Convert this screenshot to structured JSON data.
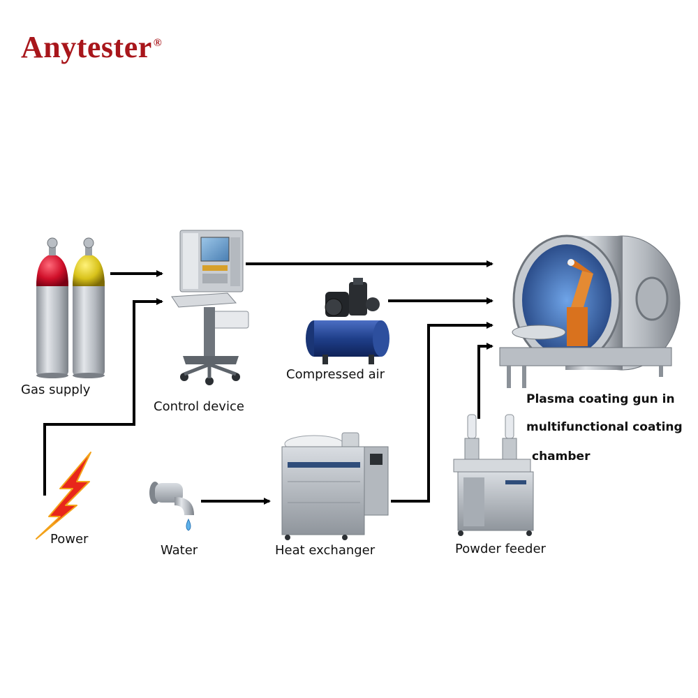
{
  "brand": {
    "name": "Anytester",
    "mark": "®",
    "color": "#a8161b"
  },
  "nodes": {
    "gas_supply": {
      "label": "Gas supply",
      "cylinder_colors": [
        "#d0102a",
        "#d8c21a"
      ]
    },
    "control_device": {
      "label": "Control device"
    },
    "compressed_air": {
      "label": "Compressed air",
      "tank_color": "#1f3f8a"
    },
    "power": {
      "label": "Power",
      "bolt_color": "#e8261b"
    },
    "water": {
      "label": "Water"
    },
    "heat_exchanger": {
      "label": "Heat exchanger"
    },
    "powder_feeder": {
      "label": "Powder feeder"
    },
    "chamber": {
      "label_lines": [
        "Plasma coating gun in",
        "multifunctional coating",
        "chamber"
      ],
      "robot_color": "#d9721e"
    }
  },
  "connections": [
    {
      "from": "gas_supply",
      "to": "control_device"
    },
    {
      "from": "power",
      "to": "control_device"
    },
    {
      "from": "control_device",
      "to": "chamber"
    },
    {
      "from": "compressed_air",
      "to": "chamber"
    },
    {
      "from": "water",
      "to": "heat_exchanger"
    },
    {
      "from": "heat_exchanger",
      "to": "chamber"
    },
    {
      "from": "powder_feeder",
      "to": "chamber"
    }
  ]
}
